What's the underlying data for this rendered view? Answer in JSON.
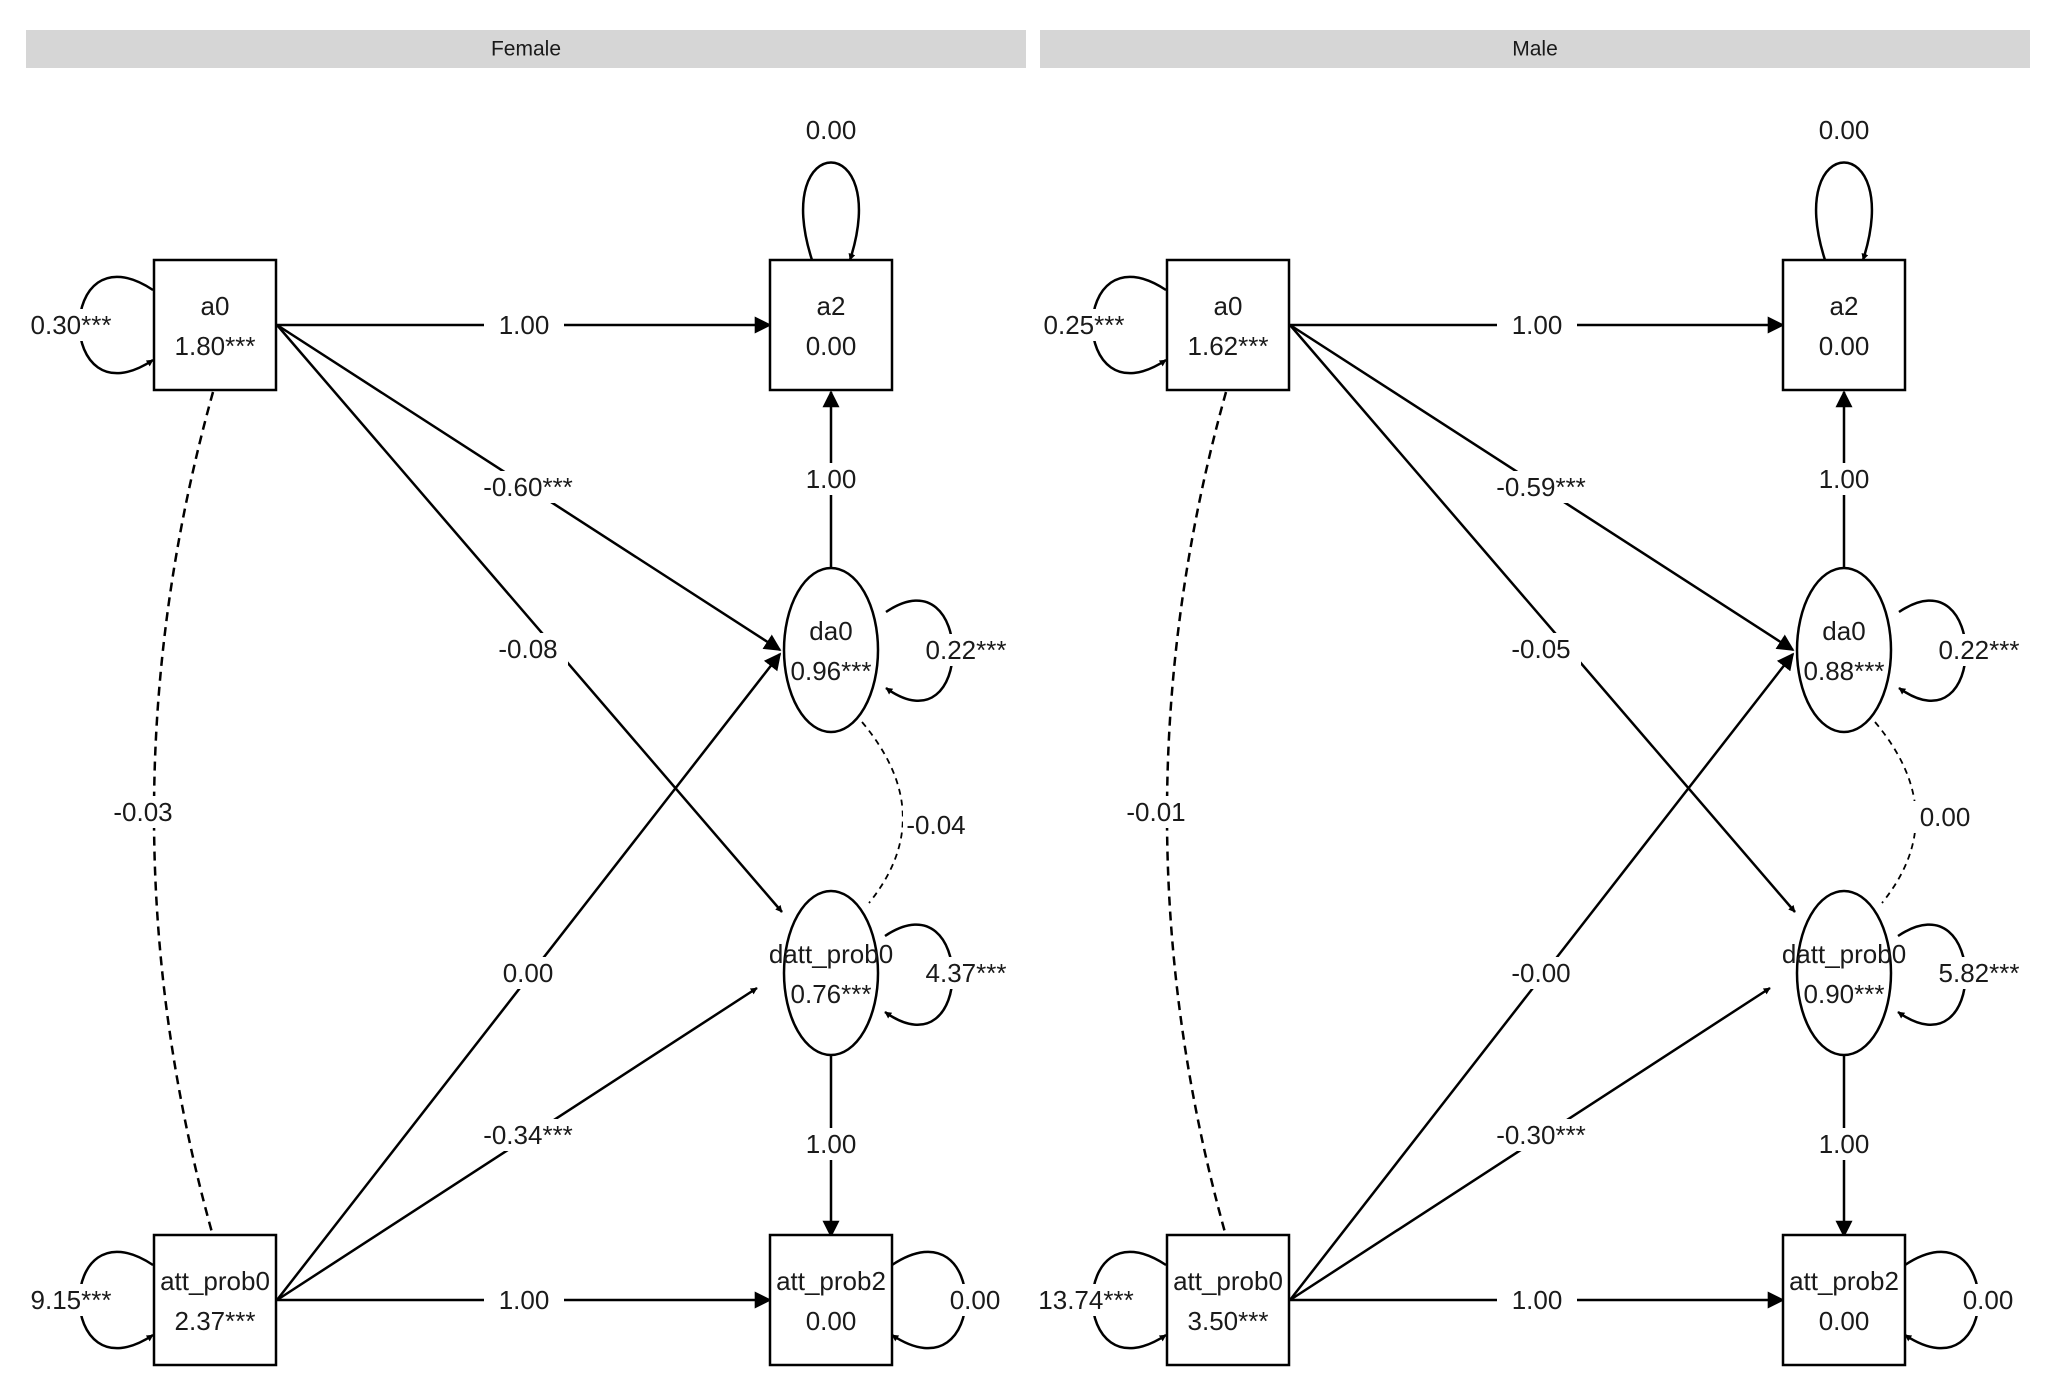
{
  "panels": [
    {
      "title": "Female",
      "nodes": {
        "a0": {
          "name": "a0",
          "value": "1.80***"
        },
        "a2": {
          "name": "a2",
          "value": "0.00"
        },
        "da0": {
          "name": "da0",
          "value": "0.96***"
        },
        "datt_prob0": {
          "name": "datt_prob0",
          "value": "0.76***"
        },
        "att_prob0": {
          "name": "att_prob0",
          "value": "2.37***"
        },
        "att_prob2": {
          "name": "att_prob2",
          "value": "0.00"
        }
      },
      "variances": {
        "a0": "0.30***",
        "a2": "0.00",
        "da0": "0.22***",
        "datt_prob0": "4.37***",
        "att_prob0": "9.15***",
        "att_prob2": "0.00"
      },
      "paths": {
        "a0_a2": "1.00",
        "a0_da0": "-0.60***",
        "a0_datt_prob0": "-0.08",
        "da0_a2": "1.00",
        "att_prob0_da0": "0.00",
        "att_prob0_datt_prob0": "-0.34***",
        "datt_prob0_att_prob2": "1.00",
        "att_prob0_att_prob2": "1.00"
      },
      "covariances": {
        "a0_att_prob0": "-0.03",
        "da0_datt_prob0": "-0.04"
      }
    },
    {
      "title": "Male",
      "nodes": {
        "a0": {
          "name": "a0",
          "value": "1.62***"
        },
        "a2": {
          "name": "a2",
          "value": "0.00"
        },
        "da0": {
          "name": "da0",
          "value": "0.88***"
        },
        "datt_prob0": {
          "name": "datt_prob0",
          "value": "0.90***"
        },
        "att_prob0": {
          "name": "att_prob0",
          "value": "3.50***"
        },
        "att_prob2": {
          "name": "att_prob2",
          "value": "0.00"
        }
      },
      "variances": {
        "a0": "0.25***",
        "a2": "0.00",
        "da0": "0.22***",
        "datt_prob0": "5.82***",
        "att_prob0": "13.74***",
        "att_prob2": "0.00"
      },
      "paths": {
        "a0_a2": "1.00",
        "a0_da0": "-0.59***",
        "a0_datt_prob0": "-0.05",
        "da0_a2": "1.00",
        "att_prob0_da0": "-0.00",
        "att_prob0_datt_prob0": "-0.30***",
        "datt_prob0_att_prob2": "1.00",
        "att_prob0_att_prob2": "1.00"
      },
      "covariances": {
        "a0_att_prob0": "-0.01",
        "da0_datt_prob0": "0.00"
      }
    }
  ]
}
